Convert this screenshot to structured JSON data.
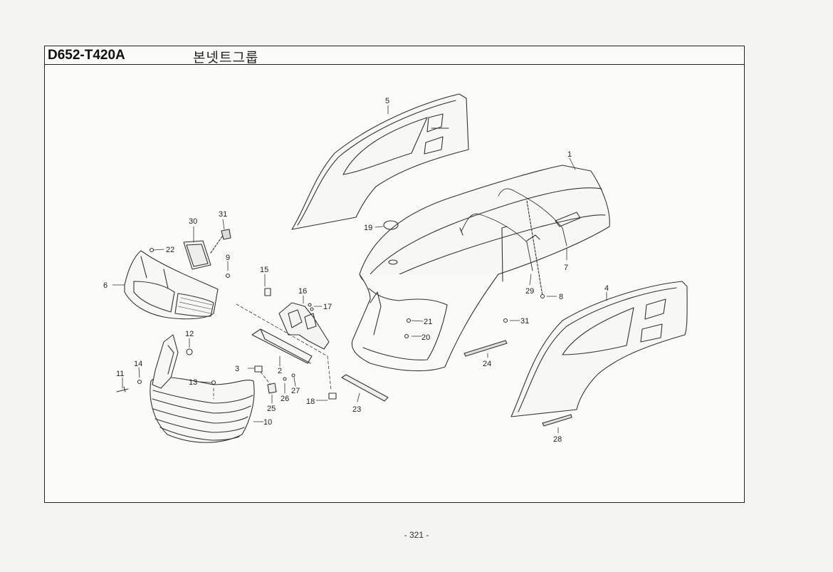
{
  "header": {
    "code": "D652-T420A",
    "title": "본넷트그룹"
  },
  "page_number": "- 321 -",
  "callouts": [
    {
      "id": "1",
      "label": "1"
    },
    {
      "id": "2",
      "label": "2"
    },
    {
      "id": "3",
      "label": "3"
    },
    {
      "id": "4",
      "label": "4"
    },
    {
      "id": "5",
      "label": "5"
    },
    {
      "id": "6",
      "label": "6"
    },
    {
      "id": "7",
      "label": "7"
    },
    {
      "id": "8",
      "label": "8"
    },
    {
      "id": "9",
      "label": "9"
    },
    {
      "id": "10",
      "label": "10"
    },
    {
      "id": "11",
      "label": "11"
    },
    {
      "id": "12",
      "label": "12"
    },
    {
      "id": "13",
      "label": "13"
    },
    {
      "id": "14",
      "label": "14"
    },
    {
      "id": "15",
      "label": "15"
    },
    {
      "id": "16",
      "label": "16"
    },
    {
      "id": "17",
      "label": "17"
    },
    {
      "id": "18",
      "label": "18"
    },
    {
      "id": "19",
      "label": "19"
    },
    {
      "id": "20",
      "label": "20"
    },
    {
      "id": "21",
      "label": "21"
    },
    {
      "id": "22",
      "label": "22"
    },
    {
      "id": "23",
      "label": "23"
    },
    {
      "id": "24",
      "label": "24"
    },
    {
      "id": "25",
      "label": "25"
    },
    {
      "id": "26",
      "label": "26"
    },
    {
      "id": "27",
      "label": "27"
    },
    {
      "id": "28",
      "label": "28"
    },
    {
      "id": "29",
      "label": "29"
    },
    {
      "id": "30",
      "label": "30"
    },
    {
      "id": "31a",
      "label": "31"
    },
    {
      "id": "31b",
      "label": "31"
    }
  ]
}
